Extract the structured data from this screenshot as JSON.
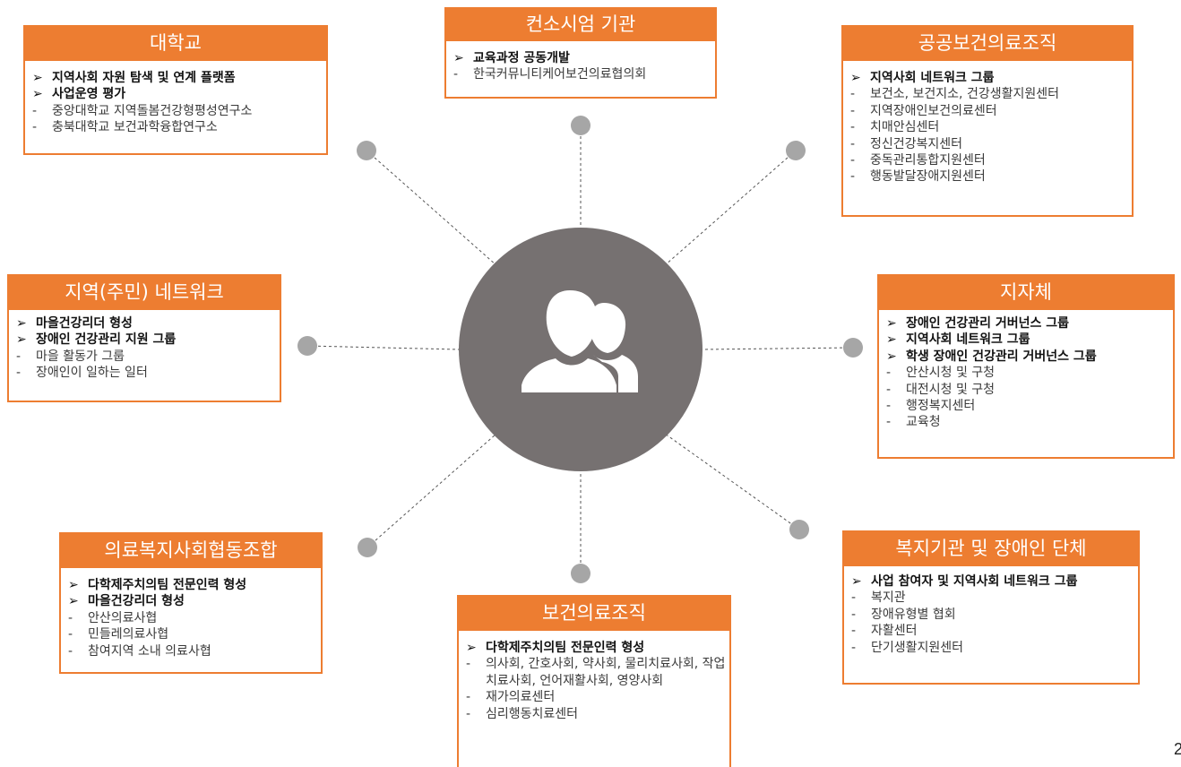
{
  "center": {
    "icon": "people-icon"
  },
  "page_number": "2",
  "nodes": {
    "university": {
      "title": "대학교",
      "items": [
        {
          "type": "bold",
          "text": "지역사회 자원 탐색 및 연계 플랫폼"
        },
        {
          "type": "bold",
          "text": "사업운영 평가"
        },
        {
          "type": "sub",
          "text": "중앙대학교 지역돌봄건강형평성연구소"
        },
        {
          "type": "sub",
          "text": "충북대학교 보건과학융합연구소"
        }
      ]
    },
    "consortium": {
      "title": "컨소시엄 기관",
      "items": [
        {
          "type": "bold",
          "text": "교육과정 공동개발"
        },
        {
          "type": "sub",
          "text": "한국커뮤니티케어보건의료협의회"
        }
      ]
    },
    "public_health": {
      "title": "공공보건의료조직",
      "items": [
        {
          "type": "bold",
          "text": "지역사회 네트워크 그룹"
        },
        {
          "type": "sub",
          "text": "보건소, 보건지소, 건강생활지원센터"
        },
        {
          "type": "sub",
          "text": "지역장애인보건의료센터"
        },
        {
          "type": "sub",
          "text": "치매안심센터"
        },
        {
          "type": "sub",
          "text": "정신건강복지센터"
        },
        {
          "type": "sub",
          "text": "중독관리통합지원센터"
        },
        {
          "type": "sub",
          "text": "행동발달장애지원센터"
        }
      ]
    },
    "local_network": {
      "title": "지역(주민) 네트워크",
      "items": [
        {
          "type": "bold",
          "text": "마을건강리더 형성"
        },
        {
          "type": "bold",
          "text": "장애인 건강관리 지원 그룹"
        },
        {
          "type": "sub",
          "text": "마을 활동가 그룹"
        },
        {
          "type": "sub",
          "text": "장애인이 일하는 일터"
        }
      ]
    },
    "local_gov": {
      "title": "지자체",
      "items": [
        {
          "type": "bold",
          "text": "장애인 건강관리 거버넌스 그룹"
        },
        {
          "type": "bold",
          "text": "지역사회 네트워크 그룹"
        },
        {
          "type": "bold",
          "text": "학생 장애인 건강관리 거버넌스 그룹"
        },
        {
          "type": "sub",
          "text": "안산시청 및 구청"
        },
        {
          "type": "sub",
          "text": "대전시청 및 구청"
        },
        {
          "type": "sub",
          "text": "행정복지센터"
        },
        {
          "type": "sub",
          "text": "교육청"
        }
      ]
    },
    "medical_coop": {
      "title": "의료복지사회협동조합",
      "items": [
        {
          "type": "bold",
          "text": "다학제주치의팀 전문인력 형성"
        },
        {
          "type": "bold",
          "text": "마을건강리더 형성"
        },
        {
          "type": "sub",
          "text": "안산의료사협"
        },
        {
          "type": "sub",
          "text": "민들레의료사협"
        },
        {
          "type": "sub",
          "text": "참여지역 소내 의료사협"
        }
      ]
    },
    "health_org": {
      "title": "보건의료조직",
      "items": [
        {
          "type": "bold",
          "text": "다학제주치의팀 전문인력 형성"
        },
        {
          "type": "sub",
          "text": "의사회, 간호사회, 약사회, 물리치료사회, 작업치료사회, 언어재활사회, 영양사회"
        },
        {
          "type": "sub",
          "text": "재가의료센터"
        },
        {
          "type": "sub",
          "text": "심리행동치료센터"
        }
      ]
    },
    "welfare": {
      "title": "복지기관 및 장애인 단체",
      "items": [
        {
          "type": "bold",
          "text": "사업 참여자 및 지역사회 네트워크 그룹"
        },
        {
          "type": "sub",
          "text": "복지관"
        },
        {
          "type": "sub",
          "text": "장애유형별 협회"
        },
        {
          "type": "sub",
          "text": "자활센터"
        },
        {
          "type": "sub",
          "text": "단기생활지원센터"
        }
      ]
    }
  }
}
